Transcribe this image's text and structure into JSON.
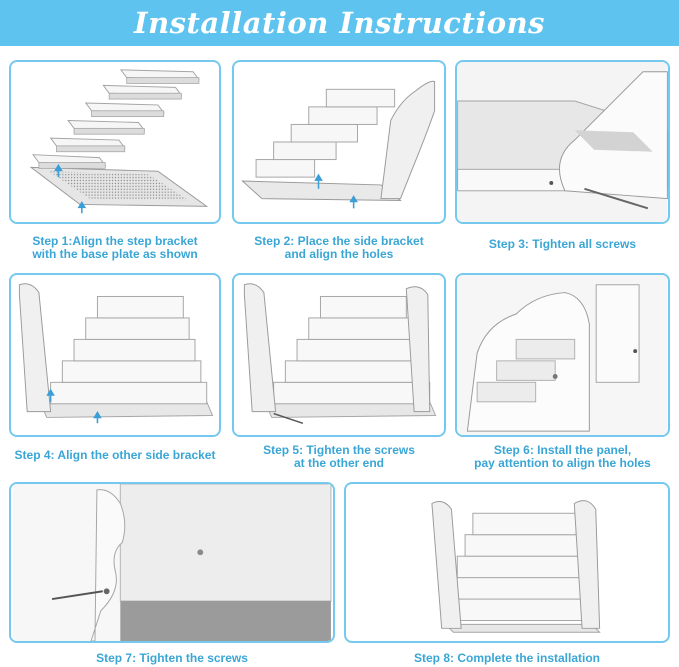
{
  "header": {
    "title": "Installation Instructions"
  },
  "colors": {
    "banner": "#5ec3ee",
    "caption": "#3aa6d6",
    "panel_border": "#76c9ee",
    "arrow": "#3a9fd8"
  },
  "steps": [
    {
      "lines": [
        "Step 1:Align the step bracket",
        "with the base plate as shown"
      ]
    },
    {
      "lines": [
        "Step 2: Place the side bracket",
        "and align the holes"
      ]
    },
    {
      "lines": [
        "Step 3: Tighten all screws"
      ]
    },
    {
      "lines": [
        "Step 4: Align the other side bracket"
      ]
    },
    {
      "lines": [
        "Step 5: Tighten the screws",
        "at the other end"
      ]
    },
    {
      "lines": [
        "Step 6: Install the panel,",
        "pay attention to align the holes"
      ]
    },
    {
      "lines": [
        "Step 7: Tighten the screws"
      ]
    },
    {
      "lines": [
        "Step 8: Complete the installation"
      ]
    }
  ]
}
